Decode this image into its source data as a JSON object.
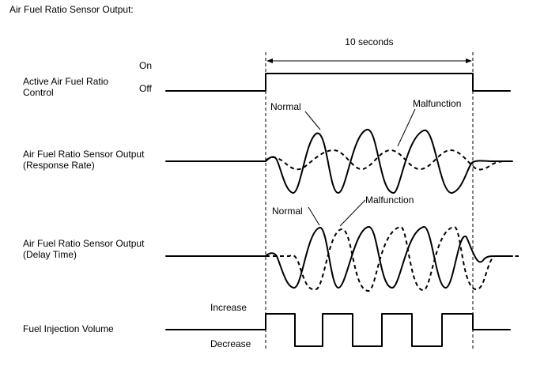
{
  "title": "Air Fuel Ratio Sensor Output:",
  "duration_label": "10 seconds",
  "rows": {
    "control": {
      "label_line1": "Active Air Fuel Ratio",
      "label_line2": "Control",
      "state_on": "On",
      "state_off": "Off"
    },
    "response": {
      "label_line1": "Air Fuel Ratio Sensor Output",
      "label_line2": "(Response Rate)",
      "normal_label": "Normal",
      "malfunction_label": "Malfunction"
    },
    "delay": {
      "label_line1": "Air Fuel Ratio Sensor Output",
      "label_line2": "(Delay Time)",
      "normal_label": "Normal",
      "malfunction_label": "Malfunction"
    },
    "injection": {
      "label": "Fuel Injection Volume",
      "increase_label": "Increase",
      "decrease_label": "Decrease"
    }
  },
  "legend_styles": {
    "normal": "solid",
    "malfunction": "dashed"
  }
}
